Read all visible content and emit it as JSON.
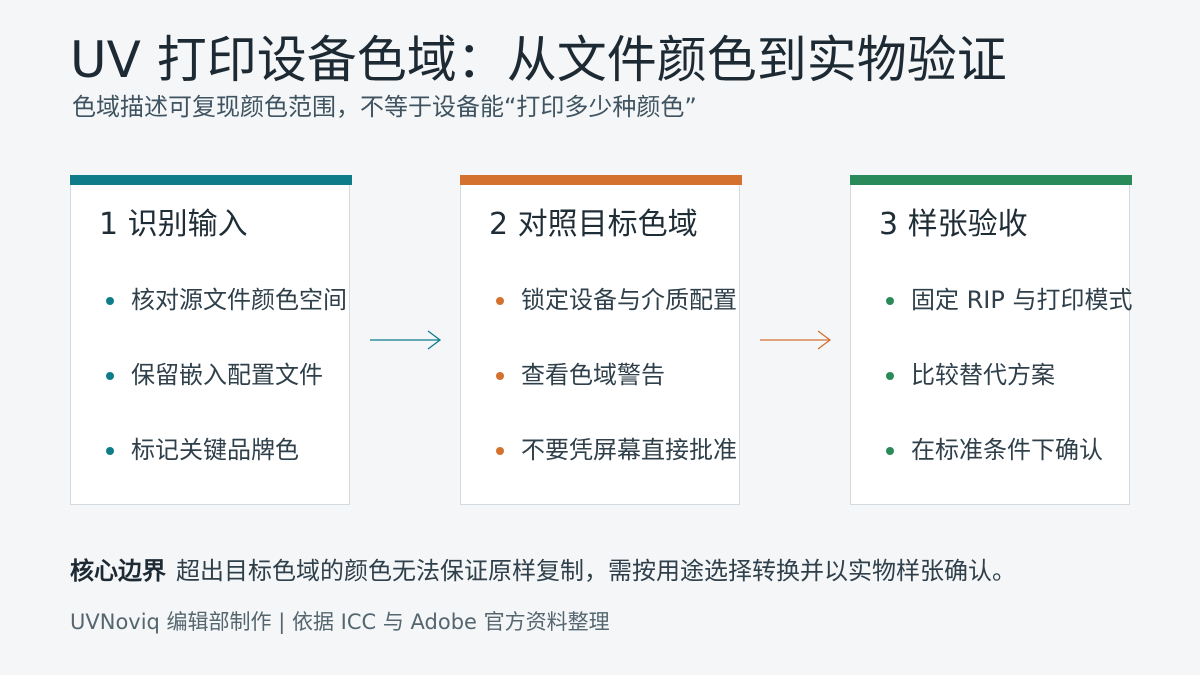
{
  "title": "UV 打印设备色域：从文件颜色到实物验证",
  "subtitle": "色域描述可复现颜色范围，不等于设备能“打印多少种颜色”",
  "colors": {
    "step1": "#0f7c8a",
    "step2": "#d4712f",
    "step3": "#2b8a5a"
  },
  "steps": [
    {
      "title": "1  识别输入",
      "items": [
        "核对源文件颜色空间",
        "保留嵌入配置文件",
        "标记关键品牌色"
      ]
    },
    {
      "title": "2  对照目标色域",
      "items": [
        "锁定设备与介质配置",
        "查看色域警告",
        "不要凭屏幕直接批准"
      ]
    },
    {
      "title": "3  样张验收",
      "items": [
        "固定 RIP 与打印模式",
        "比较替代方案",
        "在标准条件下确认"
      ]
    }
  ],
  "note": {
    "label": "核心边界",
    "text": "超出目标色域的颜色无法保证原样复制，需按用途选择转换并以实物样张确认。"
  },
  "footer": "UVNoviq 编辑部制作 | 依据 ICC 与 Adobe 官方资料整理"
}
